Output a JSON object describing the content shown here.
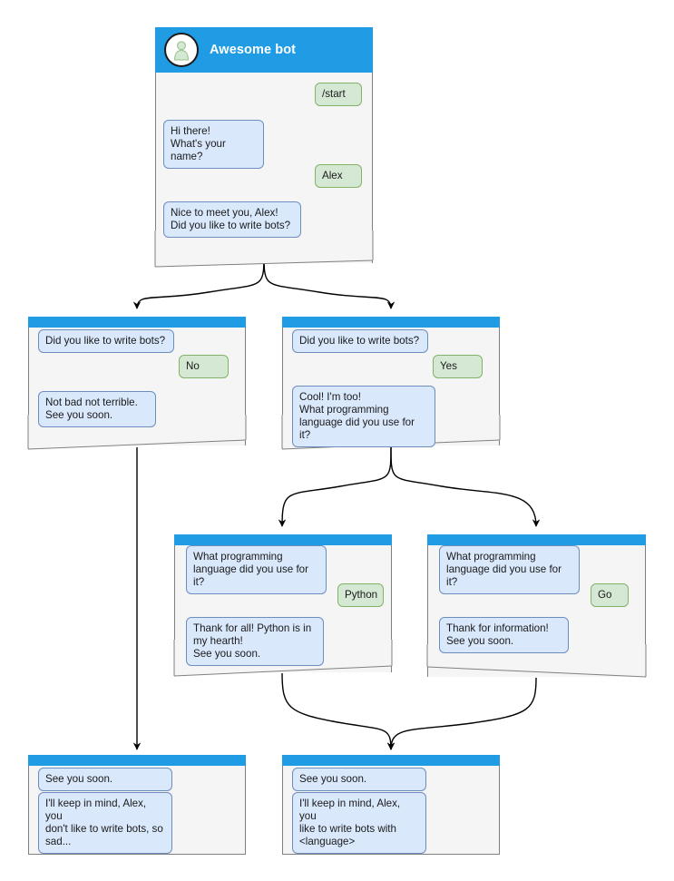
{
  "diagram": {
    "title": "Telegram bot conversation flow",
    "colors": {
      "header_blue": "#1f9ce4",
      "node_bg": "#f5f5f5",
      "node_border": "#808080",
      "bot_bubble_fill": "#dae8fc",
      "bot_bubble_border": "#6c8ebf",
      "user_bubble_fill": "#d5e8d4",
      "user_bubble_border": "#82b366",
      "edge": "#000000",
      "canvas_bg": "#ffffff"
    },
    "icons": {
      "avatar": "person-avatar-icon"
    }
  },
  "nodes": [
    {
      "id": "root",
      "header_type": "title",
      "title": "Awesome bot",
      "messages": [
        {
          "role": "user",
          "text": "/start"
        },
        {
          "role": "bot",
          "text": "Hi there!\nWhat's your name?"
        },
        {
          "role": "user",
          "text": "Alex"
        },
        {
          "role": "bot",
          "text": "Nice to meet you, Alex!\nDid you like to write bots?"
        }
      ]
    },
    {
      "id": "no-branch",
      "header_type": "bar",
      "title": "",
      "messages": [
        {
          "role": "bot",
          "text": "Did you like to write bots?"
        },
        {
          "role": "user",
          "text": "No"
        },
        {
          "role": "bot",
          "text": "Not bad not terrible.\nSee you soon."
        }
      ]
    },
    {
      "id": "yes-branch",
      "header_type": "bar",
      "title": "",
      "messages": [
        {
          "role": "bot",
          "text": "Did you like to write bots?"
        },
        {
          "role": "user",
          "text": "Yes"
        },
        {
          "role": "bot",
          "text": "Cool! I'm too!\nWhat programming\nlanguage did you use for it?"
        }
      ]
    },
    {
      "id": "python-branch",
      "header_type": "bar",
      "title": "",
      "messages": [
        {
          "role": "bot",
          "text": "What programming\nlanguage did you use for it?"
        },
        {
          "role": "user",
          "text": "Python"
        },
        {
          "role": "bot",
          "text": "Thank for all! Python is in\nmy hearth!\nSee you soon."
        }
      ]
    },
    {
      "id": "go-branch",
      "header_type": "bar",
      "title": "",
      "messages": [
        {
          "role": "bot",
          "text": "What programming\nlanguage did you use for it?"
        },
        {
          "role": "user",
          "text": "Go"
        },
        {
          "role": "bot",
          "text": "Thank for information!\nSee you soon."
        }
      ]
    },
    {
      "id": "end-sad",
      "header_type": "bar",
      "title": "",
      "messages": [
        {
          "role": "bot",
          "text": "See you soon."
        },
        {
          "role": "bot",
          "text": "I'll keep in mind, Alex, you\ndon't like to write bots, so\nsad..."
        }
      ]
    },
    {
      "id": "end-happy",
      "header_type": "bar",
      "title": "",
      "messages": [
        {
          "role": "bot",
          "text": "See you soon."
        },
        {
          "role": "bot",
          "text": "I'll keep in mind, Alex, you\nlike to write bots with\n<language>"
        }
      ]
    }
  ],
  "edges": [
    {
      "from": "root",
      "to": "no-branch"
    },
    {
      "from": "root",
      "to": "yes-branch"
    },
    {
      "from": "yes-branch",
      "to": "python-branch"
    },
    {
      "from": "yes-branch",
      "to": "go-branch"
    },
    {
      "from": "no-branch",
      "to": "end-sad"
    },
    {
      "from": "python-branch",
      "to": "end-happy"
    },
    {
      "from": "go-branch",
      "to": "end-happy"
    }
  ]
}
